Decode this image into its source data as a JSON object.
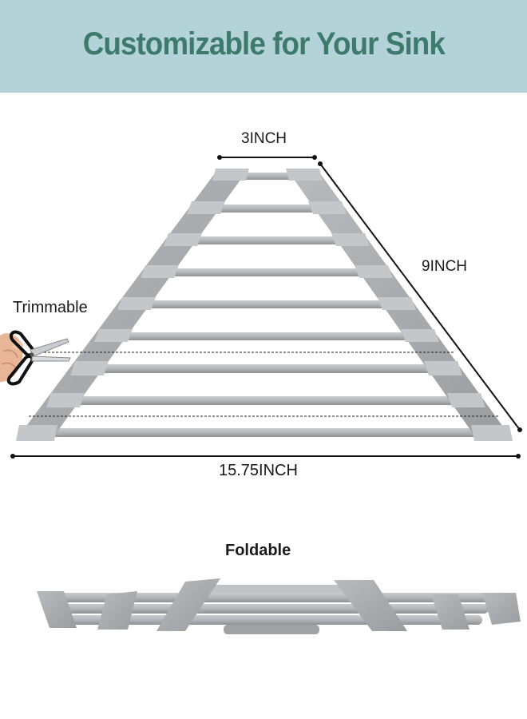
{
  "banner": {
    "title": "Customizable for Your Sink",
    "background": "#b3d3d8",
    "title_color": "#3d7a6b"
  },
  "dimensions": {
    "top_width": "3INCH",
    "side_length": "9INCH",
    "bottom_width": "15.75INCH"
  },
  "features": {
    "trimmable": "Trimmable",
    "foldable": "Foldable"
  },
  "icons": [
    "scissors-icon",
    "hand-icon"
  ],
  "product_color": "#a9abae"
}
